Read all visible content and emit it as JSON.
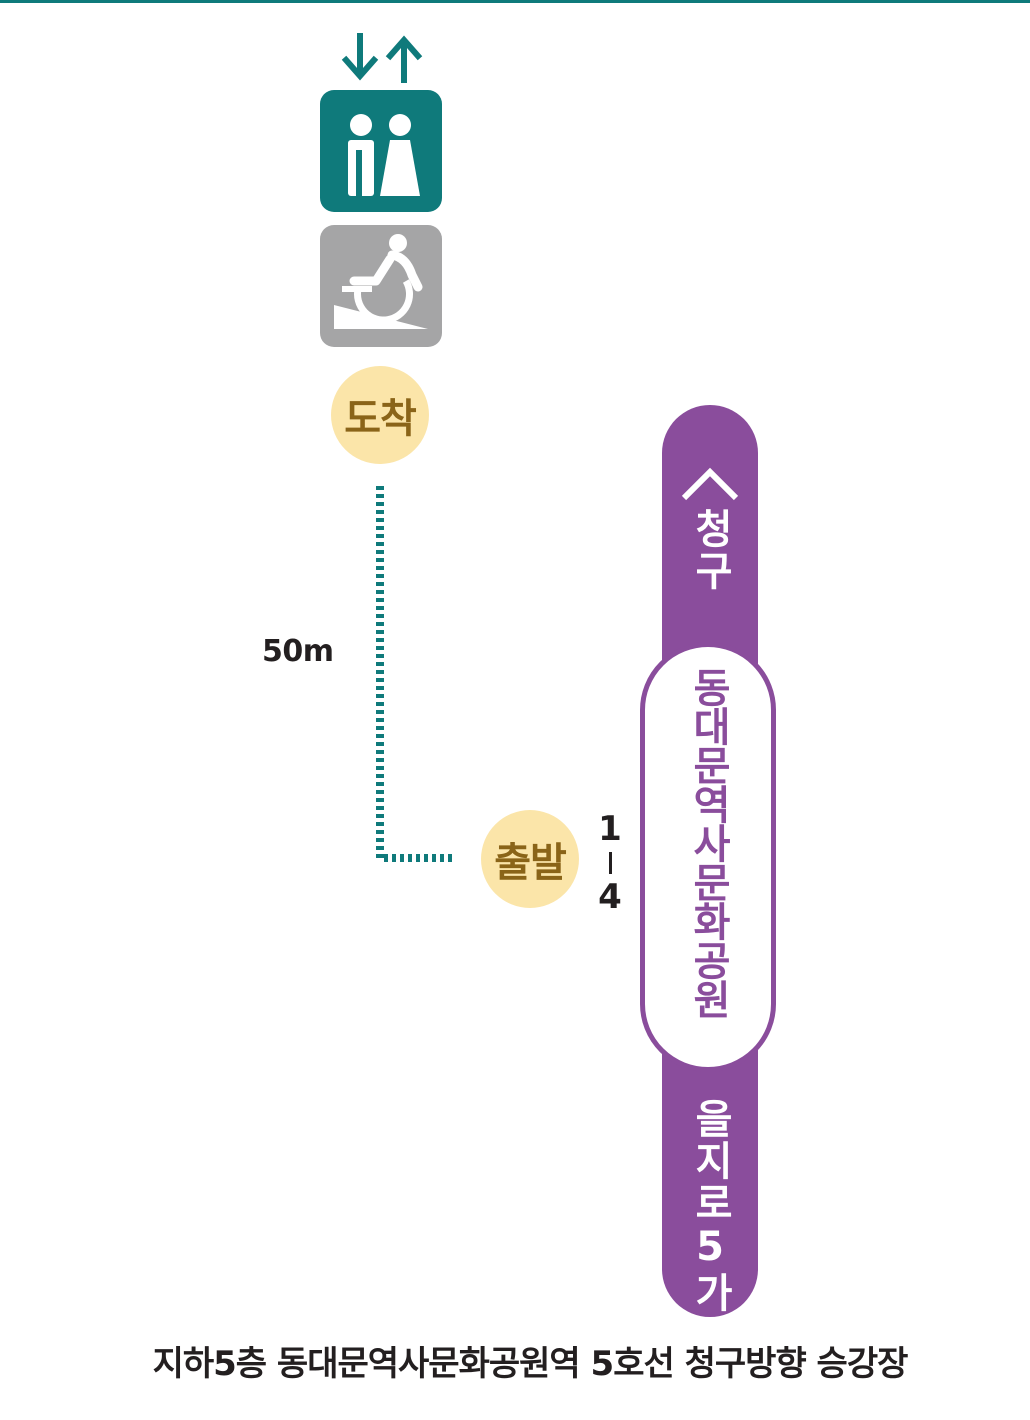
{
  "icons": {
    "elevator_arrows": "elevator-up-down-arrows",
    "elevator": "elevator-icon",
    "wheelchair": "wheelchair-ramp-icon",
    "chevron": "chevron-up-icon"
  },
  "colors": {
    "teal": "#0f7a7b",
    "gray": "#a5a5a6",
    "badge_fill": "#fbe5a9",
    "badge_text": "#8a6418",
    "line_purple": "#8a4d9c",
    "text_dark": "#231f20"
  },
  "route": {
    "arrival_label": "도착",
    "departure_label": "출발",
    "distance": "50m"
  },
  "platform": {
    "car_number": "1",
    "door_number": "4"
  },
  "line": {
    "direction_up": "청구",
    "direction_down": "을지로5가",
    "station_name": "동대문역사문화공원"
  },
  "caption": "지하5층 동대문역사문화공원역 5호선 청구방향 승강장"
}
